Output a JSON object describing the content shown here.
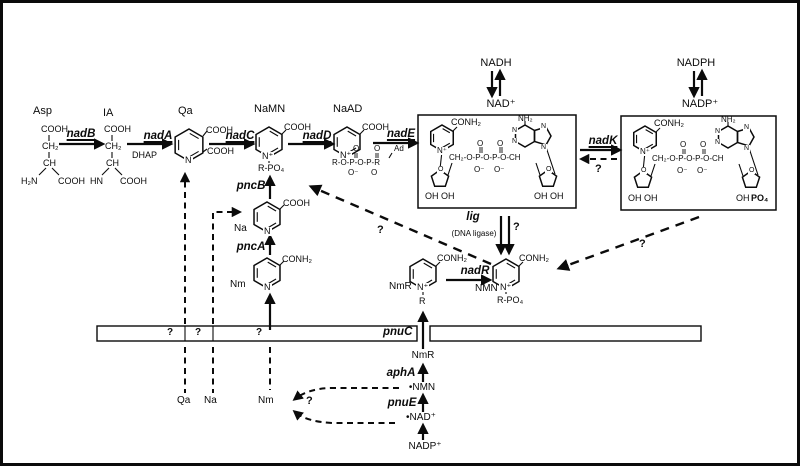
{
  "cofactors": {
    "nadh": "NADH",
    "nad": "NAD⁺",
    "nadph": "NADPH",
    "nadp": "NADP⁺"
  },
  "metabolites": {
    "asp": "Asp",
    "ia": "IA",
    "qa": "Qa",
    "namn": "NaMN",
    "naad": "NaAD",
    "na": "Na",
    "nm": "Nm",
    "nmr": "NmR",
    "nmn": "NMN",
    "nmr_in": "NmR",
    "nmn_peri": "•NMN",
    "nad_peri": "•NAD⁺",
    "nadp_peri": "NADP⁺",
    "qa_out": "Qa",
    "na_out": "Na",
    "nm_out": "Nm"
  },
  "enzymes": {
    "nadB": "nadB",
    "nadA": "nadA",
    "nadC": "nadC",
    "nadD": "nadD",
    "nadE": "nadE",
    "nadK": "nadK",
    "pncA": "pncA",
    "pncB": "pncB",
    "nadR": "nadR",
    "pnuC": "pnuC",
    "aphA": "aphA",
    "pnuE": "pnuE",
    "lig": "lig",
    "lig_note": "(DNA ligase)"
  },
  "cosubstrates": {
    "dhap": "DHAP",
    "ad": "Ad"
  },
  "marks": {
    "unknown": "?"
  },
  "chem": {
    "cooh": "COOH",
    "ch2": "CH₂",
    "ch": "CH",
    "h2n": "H₂N",
    "hn": "HN",
    "conh2": "CONH₂",
    "n": "N",
    "nplus": "N⁺",
    "rpo4": "R-PO₄",
    "r": "R",
    "nh2": "NH₂",
    "o": "O",
    "ominus": "O⁻",
    "ohoh": "OH OH",
    "oh": "OH",
    "po4": "PO₄",
    "nad_chain": "CH₂-O-P-O-P-O-CH",
    "naad_chain": "R-O-P-O-P-R"
  }
}
